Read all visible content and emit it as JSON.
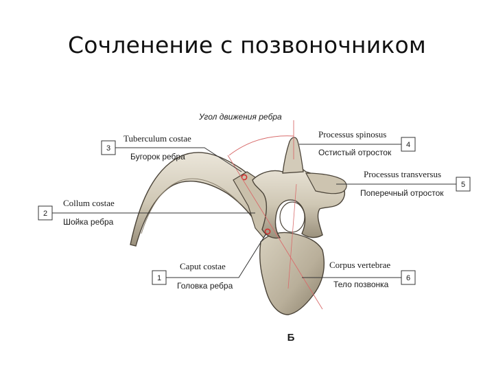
{
  "slide": {
    "title": "Сочленение с позвоночником"
  },
  "diagram": {
    "angle_label": "Угол движения ребра",
    "figure_letter": "Б",
    "callouts": [
      {
        "id": "tuberculum",
        "number": "3",
        "latin": "Tuberculum costae",
        "russian": "Бугорок ребра"
      },
      {
        "id": "collum",
        "number": "2",
        "latin": "Collum costae",
        "russian": "Шойка ребра"
      },
      {
        "id": "caput",
        "number": "1",
        "latin": "Caput costae",
        "russian": "Головка ребра"
      },
      {
        "id": "spinosus",
        "number": "4",
        "latin": "Processus spinosus",
        "russian": "Остистый отросток"
      },
      {
        "id": "transversus",
        "number": "5",
        "latin": "Processus transversus",
        "russian": "Поперечный отросток"
      },
      {
        "id": "corpus",
        "number": "6",
        "latin": "Corpus vertebrae",
        "russian": "Тело позвонка"
      }
    ],
    "colors": {
      "bone": "#d9d2c2",
      "bone_shadow": "#8c8270",
      "bone_outline": "#4a4338",
      "joint_marker": "#d23030",
      "guide_line": "#d86b6b"
    }
  }
}
